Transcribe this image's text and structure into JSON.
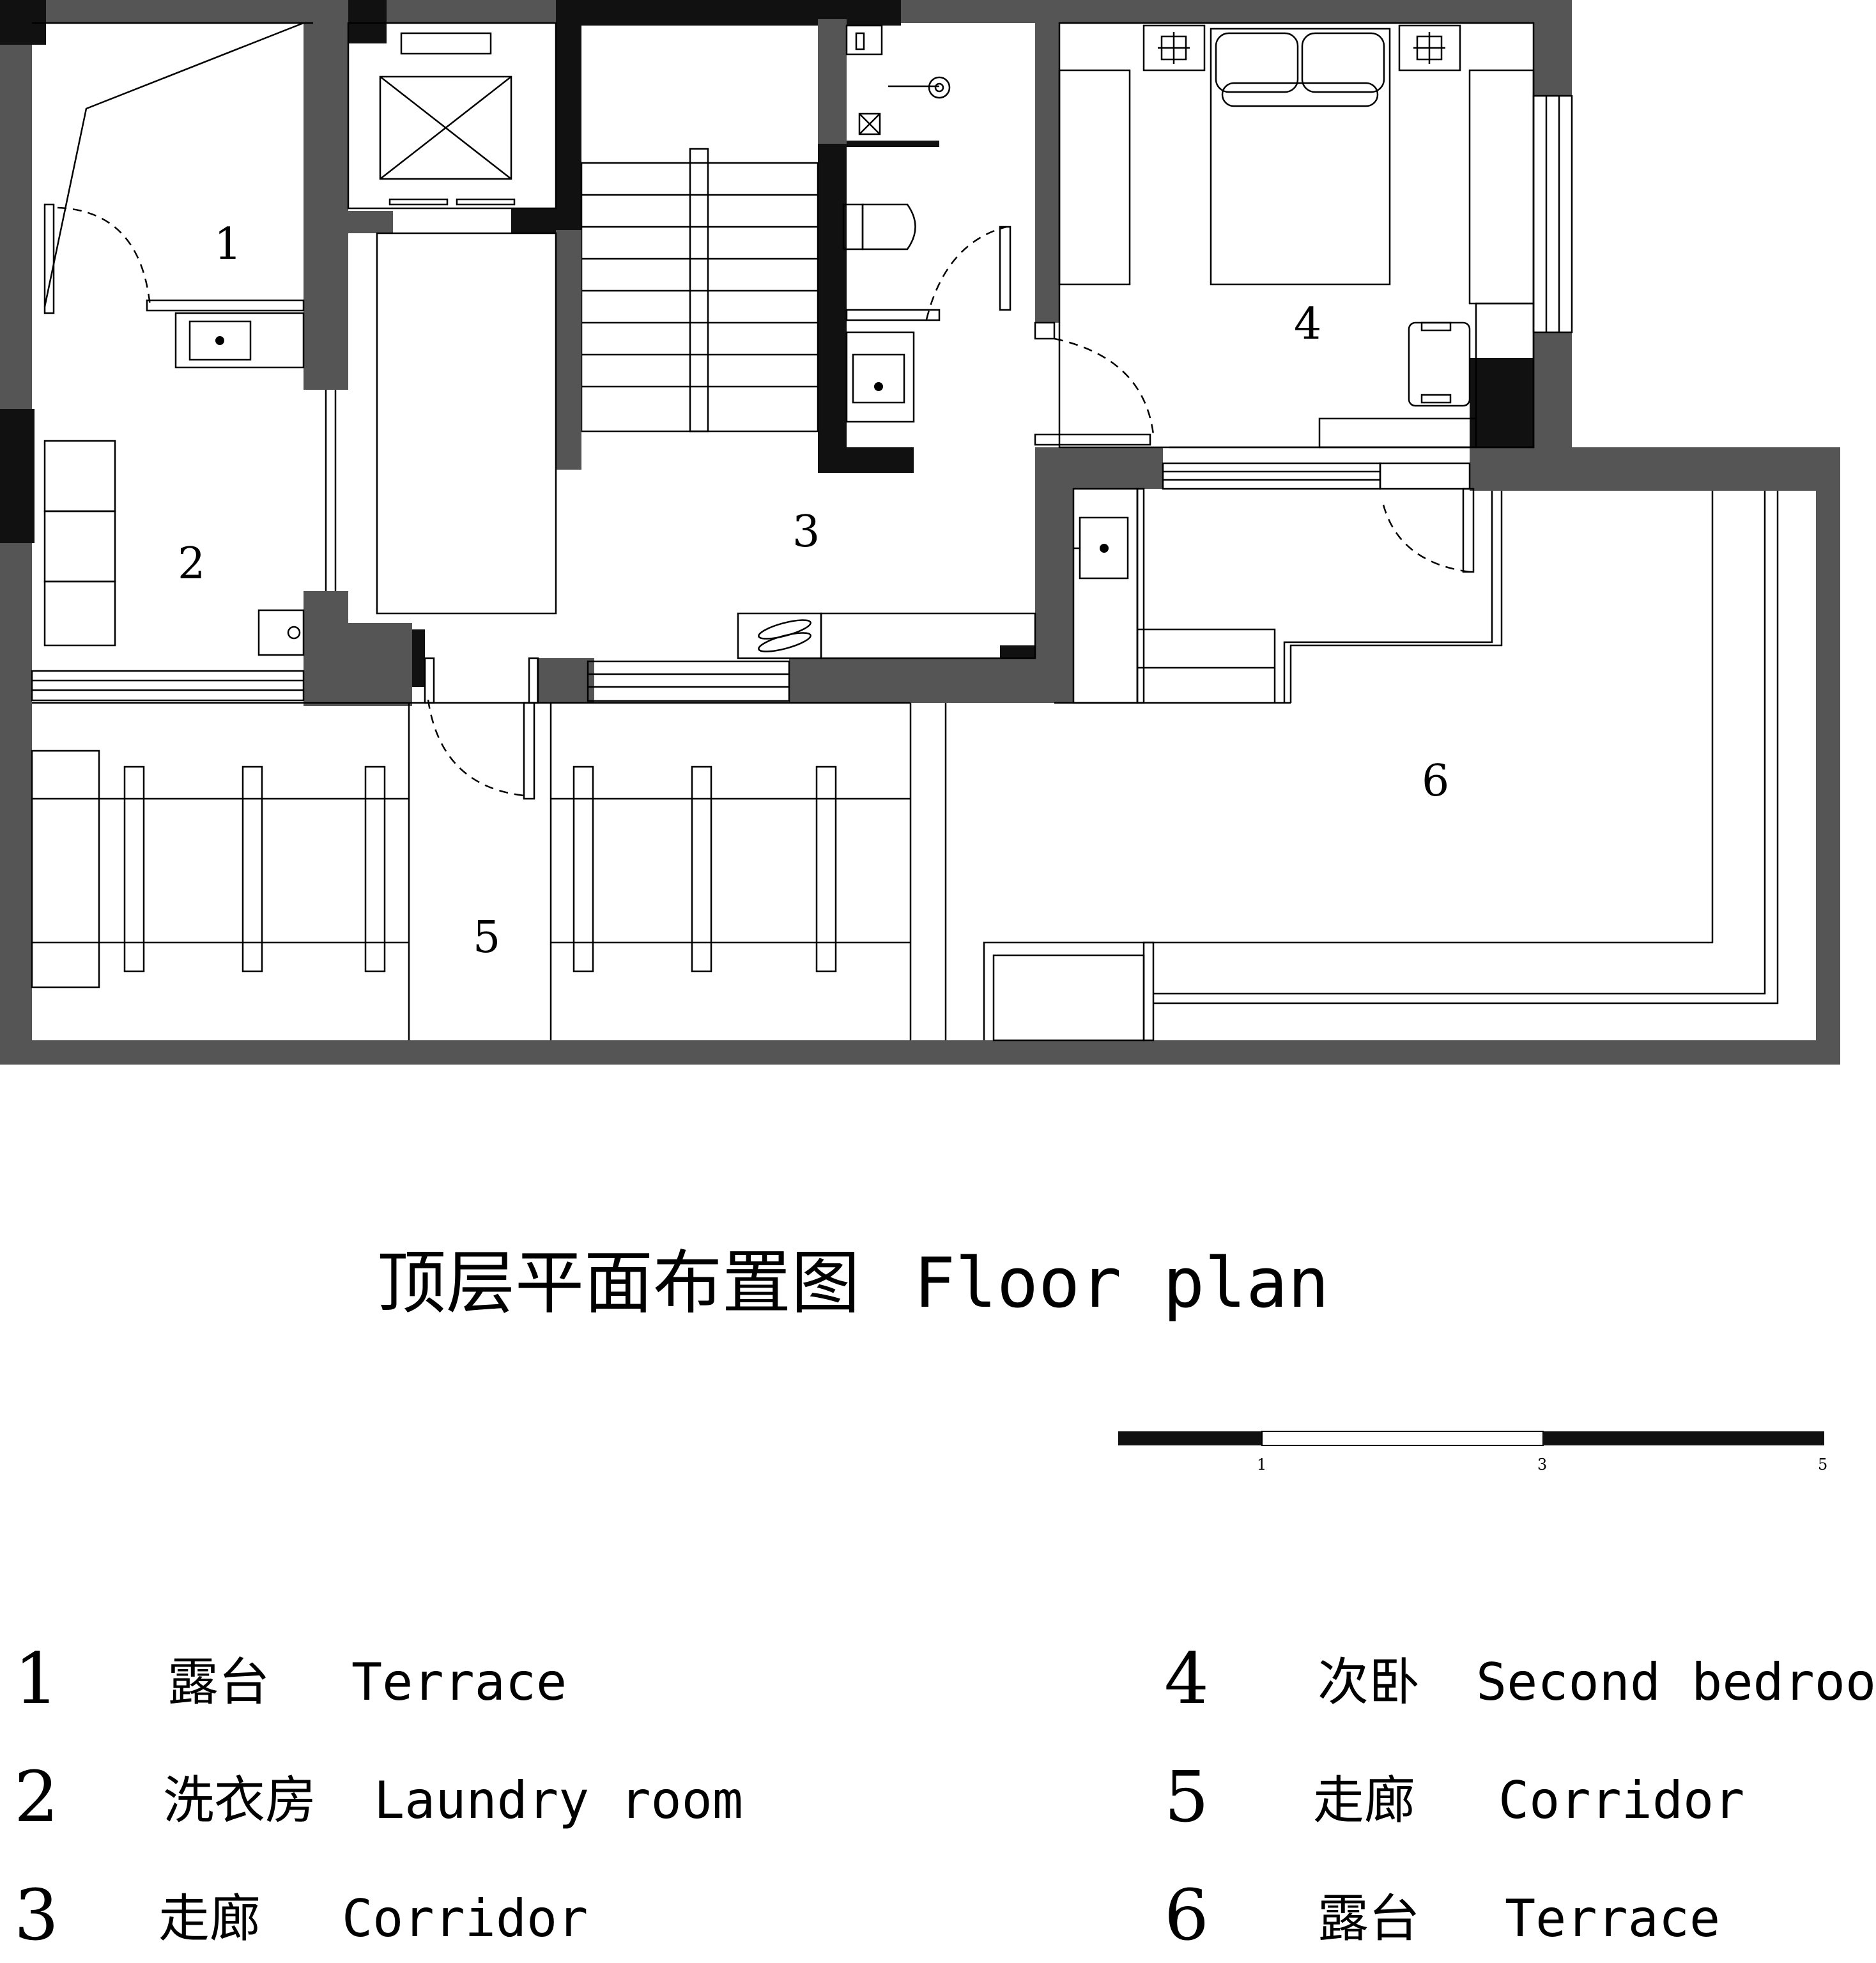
{
  "title": {
    "cn": "顶层平面布置图",
    "en": "Floor plan"
  },
  "rooms": [
    {
      "num": "1"
    },
    {
      "num": "2"
    },
    {
      "num": "3"
    },
    {
      "num": "4"
    },
    {
      "num": "5"
    },
    {
      "num": "6"
    }
  ],
  "scale_bar": {
    "labels": [
      "1",
      "3",
      "5"
    ]
  },
  "legend": [
    {
      "num": "1",
      "cn": "露台",
      "en": "Terrace"
    },
    {
      "num": "2",
      "cn": "洗衣房",
      "en": "Laundry room"
    },
    {
      "num": "3",
      "cn": "走廊",
      "en": "Corridor"
    },
    {
      "num": "4",
      "cn": "次卧",
      "en": "Second bedroom"
    },
    {
      "num": "5",
      "cn": "走廊",
      "en": "Corridor"
    },
    {
      "num": "6",
      "cn": "露台",
      "en": "Terrace"
    }
  ],
  "colors": {
    "wall": "#555555",
    "solid_wall": "#111111",
    "line": "#000000"
  }
}
